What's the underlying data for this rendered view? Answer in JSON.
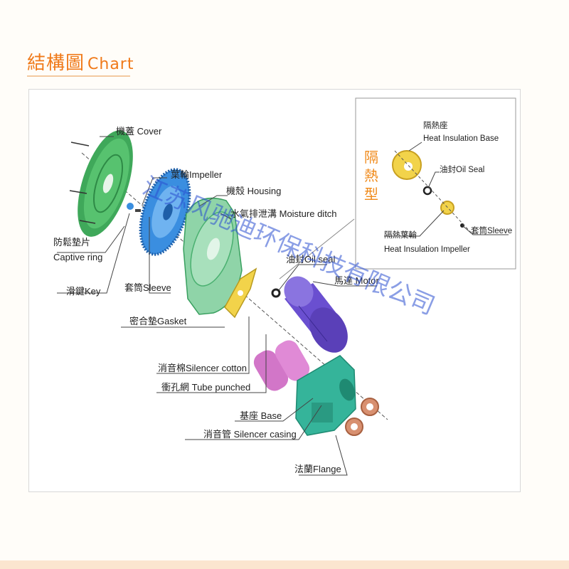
{
  "header": {
    "title_zh": "結構圖",
    "title_en": "Chart"
  },
  "labels": {
    "cover": "機蓋 Cover",
    "impeller": "葉輪Impeller",
    "housing": "機殼 Housing",
    "moisture_ditch": "水氣排泄溝 Moisture ditch",
    "captive_ring_zh": "防鬆墊片",
    "captive_ring_en": "Captive ring",
    "key": "滑鍵Key",
    "sleeve": "套筒Sleeve",
    "oil_seal": "油封Oil seal",
    "motor": "馬達 Motor",
    "gasket": "密合墊Gasket",
    "silencer_cotton": "消音棉Silencer cotton",
    "tube_punched": "衝孔網 Tube punched",
    "base": "基座 Base",
    "silencer_casing": "消音管 Silencer casing",
    "flange": "法蘭Flange"
  },
  "inset": {
    "vertical_title": [
      "隔",
      "熱",
      "型"
    ],
    "heat_base_zh": "隔熱座",
    "heat_base_en": "Heat Insulation Base",
    "oil_seal": "油封Oil Seal",
    "heat_impeller_zh": "隔熱葉輪",
    "heat_impeller_en": "Heat Insulation Impeller",
    "sleeve": "套筒Sleeve"
  },
  "watermark": "江苏风驰迪环保科技有限公司",
  "colors": {
    "accent": "#f07a1a",
    "green": "#4fbf6a",
    "blue": "#3a8ee0",
    "teal": "#35b49a",
    "purple": "#6a4fd0",
    "pink": "#d276c8",
    "yellow": "#f2d34a",
    "copper": "#d89070"
  }
}
